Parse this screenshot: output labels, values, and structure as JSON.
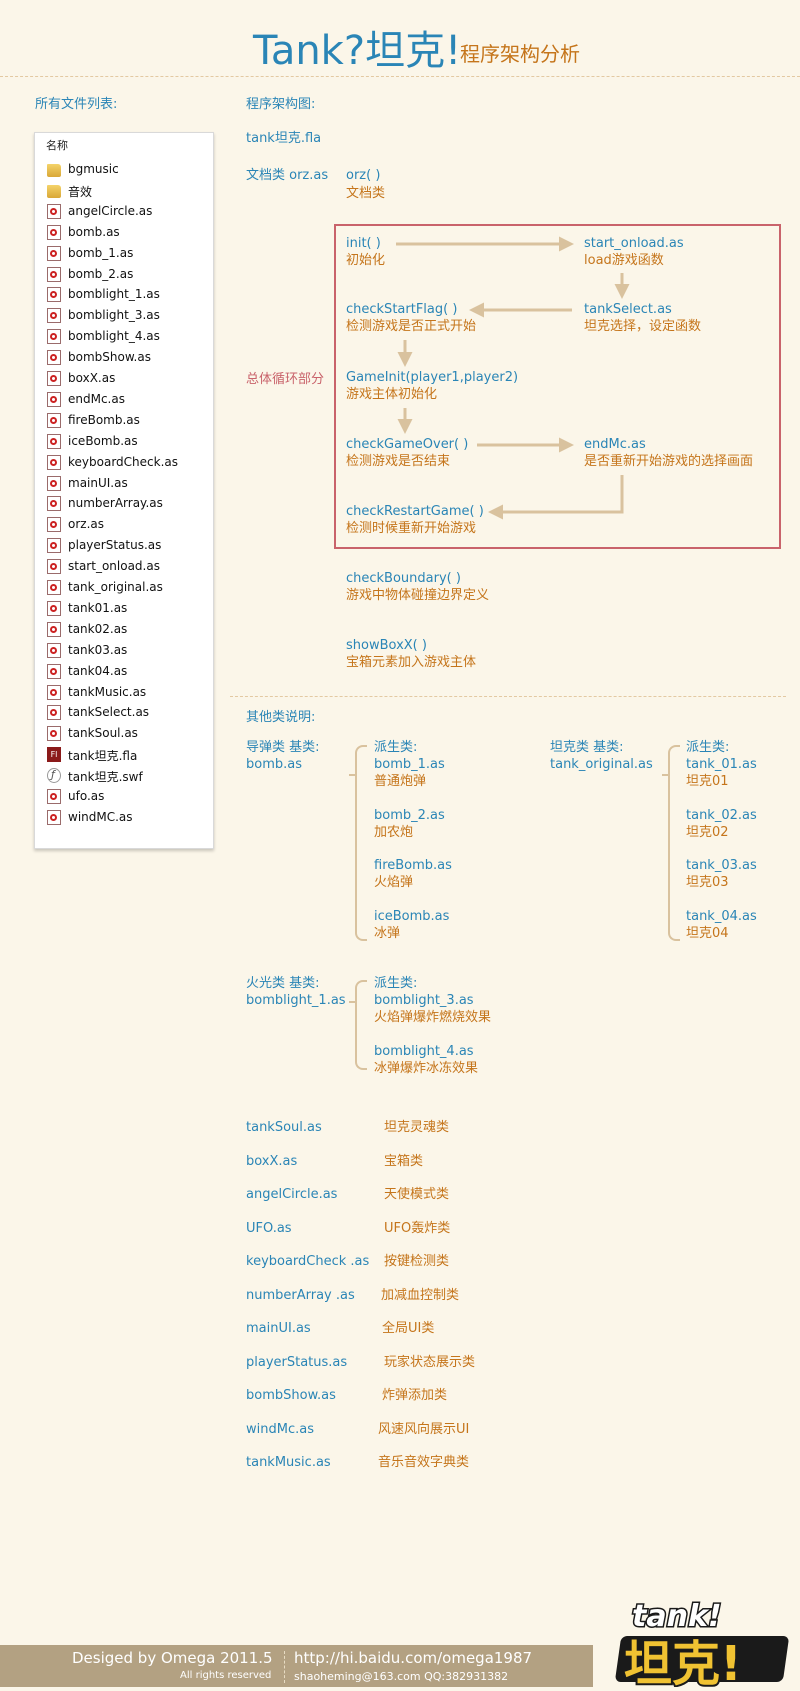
{
  "header": {
    "title": "Tank?坦克!",
    "subtitle": "程序架构分析"
  },
  "files": {
    "heading": "所有文件列表:",
    "column_header": "名称",
    "items": [
      {
        "name": "bgmusic",
        "icon": "folder-icon"
      },
      {
        "name": "音效",
        "icon": "folder-icon"
      },
      {
        "name": "angelCircle.as",
        "icon": "as-file-icon"
      },
      {
        "name": "bomb.as",
        "icon": "as-file-icon"
      },
      {
        "name": "bomb_1.as",
        "icon": "as-file-icon"
      },
      {
        "name": "bomb_2.as",
        "icon": "as-file-icon"
      },
      {
        "name": "bomblight_1.as",
        "icon": "as-file-icon"
      },
      {
        "name": "bomblight_3.as",
        "icon": "as-file-icon"
      },
      {
        "name": "bomblight_4.as",
        "icon": "as-file-icon"
      },
      {
        "name": "bombShow.as",
        "icon": "as-file-icon"
      },
      {
        "name": "boxX.as",
        "icon": "as-file-icon"
      },
      {
        "name": "endMc.as",
        "icon": "as-file-icon"
      },
      {
        "name": "fireBomb.as",
        "icon": "as-file-icon"
      },
      {
        "name": "iceBomb.as",
        "icon": "as-file-icon"
      },
      {
        "name": "keyboardCheck.as",
        "icon": "as-file-icon"
      },
      {
        "name": "mainUI.as",
        "icon": "as-file-icon"
      },
      {
        "name": "numberArray.as",
        "icon": "as-file-icon"
      },
      {
        "name": "orz.as",
        "icon": "as-file-icon"
      },
      {
        "name": "playerStatus.as",
        "icon": "as-file-icon"
      },
      {
        "name": "start_onload.as",
        "icon": "as-file-icon"
      },
      {
        "name": "tank_original.as",
        "icon": "as-file-icon"
      },
      {
        "name": "tank01.as",
        "icon": "as-file-icon"
      },
      {
        "name": "tank02.as",
        "icon": "as-file-icon"
      },
      {
        "name": "tank03.as",
        "icon": "as-file-icon"
      },
      {
        "name": "tank04.as",
        "icon": "as-file-icon"
      },
      {
        "name": "tankMusic.as",
        "icon": "as-file-icon"
      },
      {
        "name": "tankSelect.as",
        "icon": "as-file-icon"
      },
      {
        "name": "tankSoul.as",
        "icon": "as-file-icon"
      },
      {
        "name": "tank坦克.fla",
        "icon": "fla-file-icon"
      },
      {
        "name": "tank坦克.swf",
        "icon": "swf-file-icon"
      },
      {
        "name": "ufo.as",
        "icon": "as-file-icon"
      },
      {
        "name": "windMC.as",
        "icon": "as-file-icon"
      }
    ]
  },
  "architecture": {
    "heading": "程序架构图:",
    "fla": "tank坦克.fla",
    "doc_class_label": "文档类 orz.as",
    "doc_class_fn": "orz( )",
    "doc_class_desc": "文档类",
    "loop_label": "总体循环部分",
    "nodes": {
      "init": {
        "name": "init( )",
        "desc": "初始化"
      },
      "start_onload": {
        "name": "start_onload.as",
        "desc": "load游戏函数"
      },
      "checkStartFlag": {
        "name": "checkStartFlag( )",
        "desc": "检测游戏是否正式开始"
      },
      "tankSelect": {
        "name": "tankSelect.as",
        "desc": "坦克选择，设定函数"
      },
      "GameInit": {
        "name": "GameInit(player1,player2)",
        "desc": "游戏主体初始化"
      },
      "checkGameOver": {
        "name": "checkGameOver( )",
        "desc": "检测游戏是否结束"
      },
      "endMc": {
        "name": "endMc.as",
        "desc": "是否重新开始游戏的选择画面"
      },
      "checkRestartGame": {
        "name": "checkRestartGame( )",
        "desc": "检测时候重新开始游戏"
      },
      "checkBoundary": {
        "name": "checkBoundary( )",
        "desc": "游戏中物体碰撞边界定义"
      },
      "showBoxX": {
        "name": "showBoxX( )",
        "desc": "宝箱元素加入游戏主体"
      }
    }
  },
  "other_classes": {
    "heading": "其他类说明:",
    "missile": {
      "label": "导弹类 基类:",
      "base": "bomb.as",
      "derived_label": "派生类:",
      "derived": [
        {
          "name": "bomb_1.as",
          "desc": "普通炮弹"
        },
        {
          "name": "bomb_2.as",
          "desc": "加农炮"
        },
        {
          "name": "fireBomb.as",
          "desc": "火焰弹"
        },
        {
          "name": "iceBomb.as",
          "desc": "冰弹"
        }
      ]
    },
    "tank": {
      "label": "坦克类 基类:",
      "base": "tank_original.as",
      "derived_label": "派生类:",
      "derived": [
        {
          "name": "tank_01.as",
          "desc": "坦克01"
        },
        {
          "name": "tank_02.as",
          "desc": "坦克02"
        },
        {
          "name": "tank_03.as",
          "desc": "坦克03"
        },
        {
          "name": "tank_04.as",
          "desc": "坦克04"
        }
      ]
    },
    "fire": {
      "label": "火光类 基类:",
      "base": "bomblight_1.as",
      "derived_label": "派生类:",
      "derived": [
        {
          "name": "bomblight_3.as",
          "desc": "火焰弹爆炸燃烧效果"
        },
        {
          "name": "bomblight_4.as",
          "desc": "冰弹爆炸冰冻效果"
        }
      ]
    },
    "list": [
      {
        "name": "tankSoul.as",
        "desc": "坦克灵魂类"
      },
      {
        "name": "boxX.as",
        "desc": "宝箱类"
      },
      {
        "name": "angelCircle.as",
        "desc": "天使模式类"
      },
      {
        "name": "UFO.as",
        "desc": "UFO轰炸类"
      },
      {
        "name": "keyboardCheck .as",
        "desc": "按键检测类"
      },
      {
        "name": "numberArray .as",
        "desc": "加减血控制类"
      },
      {
        "name": "mainUI.as",
        "desc": "全局UI类"
      },
      {
        "name": "playerStatus.as",
        "desc": "玩家状态展示类"
      },
      {
        "name": "bombShow.as",
        "desc": "炸弹添加类"
      },
      {
        "name": "windMc.as",
        "desc": "风速风向展示UI"
      },
      {
        "name": "tankMusic.as",
        "desc": "音乐音效字典类"
      }
    ]
  },
  "footer": {
    "designer": "Desiged by Omega  2011.5",
    "rights": "All rights reserved",
    "url": "http://hi.baidu.com/omega1987",
    "contact": "shaoheming@163.com  QQ:382931382",
    "logo_text_top": "tank!",
    "logo_text_main": "坦克!"
  },
  "colors": {
    "background": "#fbf6e9",
    "blue_text": "#2a85b6",
    "orange_text": "#c5751b",
    "loop_box": "#c9636b",
    "arrow": "#d9c29e",
    "footer": "#b3a182"
  }
}
